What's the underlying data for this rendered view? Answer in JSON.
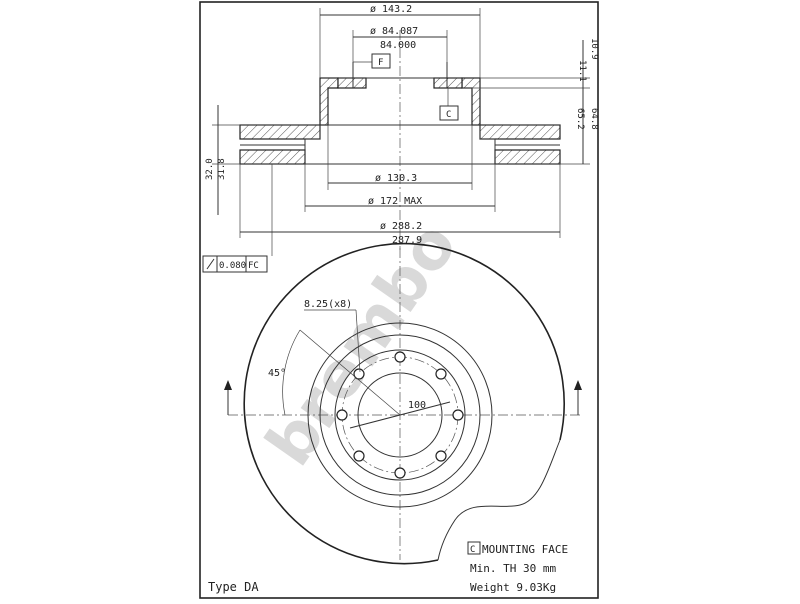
{
  "watermark": "brembo",
  "top_view": {
    "dims": {
      "d_143": "ø 143.2",
      "d_84_max": "ø 84.087",
      "d_84_min": "84.000",
      "d_130": "ø 130.3",
      "d_172": "ø 172 MAX",
      "d_288_max": "ø 288.2",
      "d_288_min": "287.9",
      "h_11": "11.1",
      "h_10": "10.9",
      "h_65": "65.2",
      "h_64": "64.8",
      "t_32": "32.0",
      "t_31": "31.8"
    },
    "datum_f": "F",
    "datum_c": "C",
    "tolerance_value": "0.080",
    "tolerance_ref": "FC"
  },
  "front_view": {
    "hole_label": "8.25(x8)",
    "angle_label": "45°",
    "pcd_label": "100",
    "hole_count": 8
  },
  "notes": {
    "mounting_box": "C",
    "mounting_face": "MOUNTING FACE",
    "min_th": "Min. TH   30 mm",
    "weight": "Weight  9.03Kg",
    "type": "Type DA"
  }
}
